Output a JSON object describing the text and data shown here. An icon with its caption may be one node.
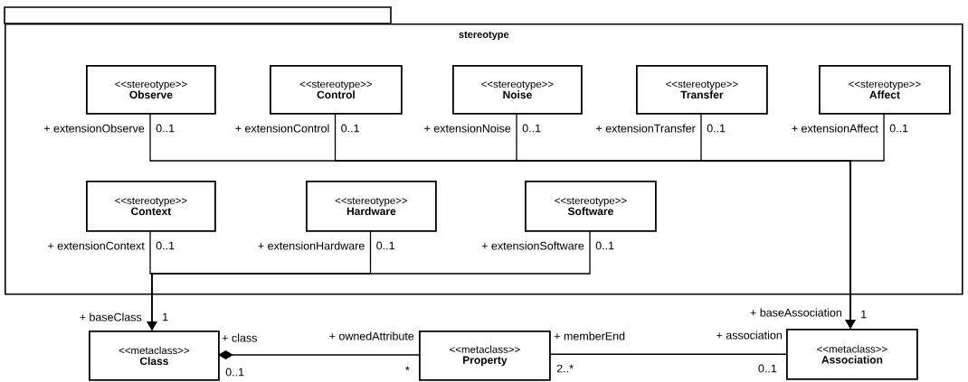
{
  "diagram": {
    "nodes": [
      {
        "text": [
          "stereotype"
        ]
      },
      {
        "text": [
          "<<stereotype>>",
          "Observe"
        ],
        "in": 0,
        "beside": [
          "+ extensionObserve",
          "0..1"
        ]
      },
      {
        "text": [
          "<<stereotype>>",
          "Control"
        ],
        "in": 0,
        "beside": [
          "+ extensionControl",
          "0..1"
        ]
      },
      {
        "text": [
          "<<stereotype>>",
          "Noise"
        ],
        "in": 0,
        "beside": [
          "+ extensionNoise",
          "0..1"
        ]
      },
      {
        "text": [
          "<<stereotype>>",
          "Transfer"
        ],
        "in": 0,
        "beside": [
          "+ extensionTransfer",
          "0..1"
        ]
      },
      {
        "text": [
          "<<stereotype>>",
          "Affect"
        ],
        "in": 0,
        "beside": [
          "+ extensionAffect",
          "0..1"
        ]
      },
      {
        "text": [
          "<<stereotype>>",
          "Context"
        ],
        "in": 0,
        "beside": [
          "+ extensionContext",
          "0..1"
        ]
      },
      {
        "text": [
          "<<stereotype>>",
          "Hardware"
        ],
        "in": 0,
        "beside": [
          "+ extensionHardware",
          "0..1"
        ]
      },
      {
        "text": [
          "<<stereotype>>",
          "Software"
        ],
        "in": 0,
        "beside": [
          "+ extensionSoftware",
          "0..1"
        ]
      },
      {
        "text": [
          "<<metaclass>>",
          "Class"
        ],
        "beside": [
          "+ baseClass",
          "1",
          "+ class",
          "0..1"
        ]
      },
      {
        "text": [
          "<<metaclass>>",
          "Property"
        ],
        "beside": [
          "+ ownedAttribute",
          "*",
          "+ memberEnd",
          "2..*"
        ]
      },
      {
        "text": [
          "<<metaclass>>",
          "Association"
        ],
        "beside": [
          "+ baseAssociation",
          "1",
          "+ association",
          "0..1"
        ]
      }
    ],
    "edges": [
      {
        "from": 1,
        "to": 11,
        "arrow": "to"
      },
      {
        "from": 2,
        "to": 11,
        "arrow": "to"
      },
      {
        "from": 3,
        "to": 11,
        "arrow": "to"
      },
      {
        "from": 4,
        "to": 11,
        "arrow": "to"
      },
      {
        "from": 5,
        "to": 11,
        "arrow": "to"
      },
      {
        "from": 6,
        "to": 9,
        "arrow": "to"
      },
      {
        "from": 7,
        "to": 9,
        "arrow": "to"
      },
      {
        "from": 8,
        "to": 9,
        "arrow": "to"
      },
      {
        "from": 9,
        "to": 10,
        "arrow": "other"
      },
      {
        "from": 10,
        "to": 11,
        "arrow": "none"
      }
    ]
  }
}
